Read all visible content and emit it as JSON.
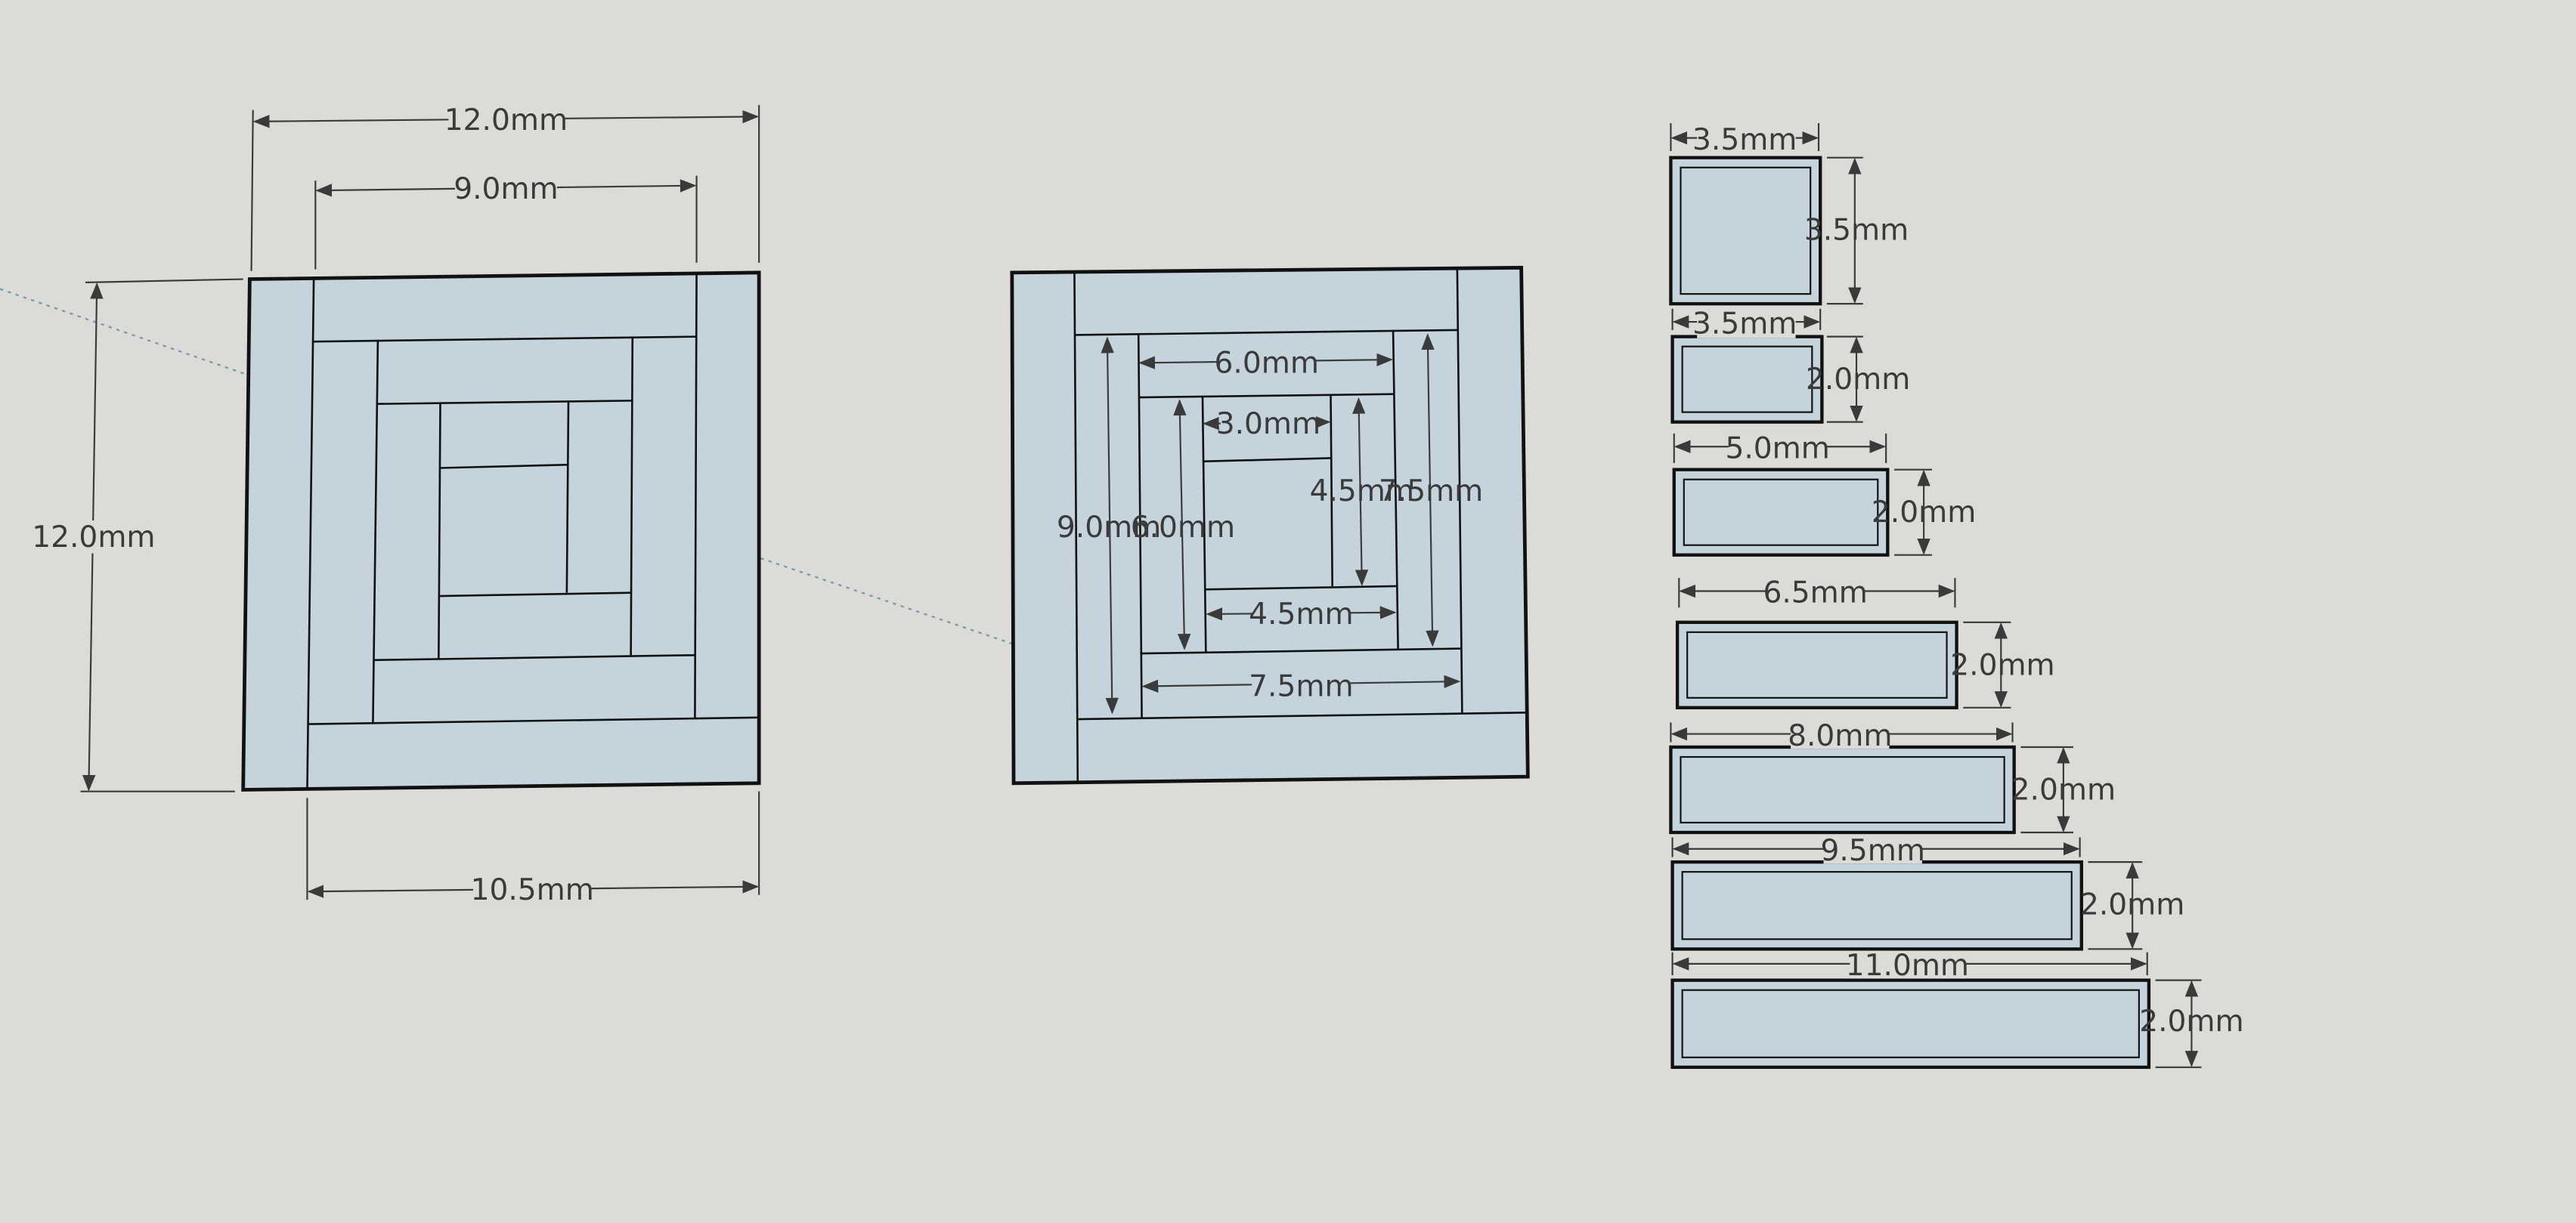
{
  "colors": {
    "background": "#dcdbd7",
    "face": "#c5d3dd",
    "edge": "#111111",
    "dimension": "#3a3a3a",
    "guide": "#6e9aa6"
  },
  "left_block": {
    "dims": {
      "top_outer": "12.0mm",
      "top_inner": "9.0mm",
      "left_height": "12.0mm",
      "bottom": "10.5mm"
    }
  },
  "middle_block": {
    "dims": {
      "h_6_0": "6.0mm",
      "h_3_0": "3.0mm",
      "h_4_5": "4.5mm",
      "h_7_5": "7.5mm",
      "v_9_0": "9.0mm",
      "v_6_0": "6.0mm",
      "v_4_5": "4.5mm",
      "v_7_5": "7.5mm"
    }
  },
  "pieces": [
    {
      "width_label": "3.5mm",
      "height_label": "3.5mm"
    },
    {
      "width_label": "3.5mm",
      "height_label": "2.0mm"
    },
    {
      "width_label": "5.0mm",
      "height_label": "2.0mm"
    },
    {
      "width_label": "6.5mm",
      "height_label": "2.0mm"
    },
    {
      "width_label": "8.0mm",
      "height_label": "2.0mm"
    },
    {
      "width_label": "9.5mm",
      "height_label": "2.0mm"
    },
    {
      "width_label": "11.0mm",
      "height_label": "2.0mm"
    }
  ]
}
